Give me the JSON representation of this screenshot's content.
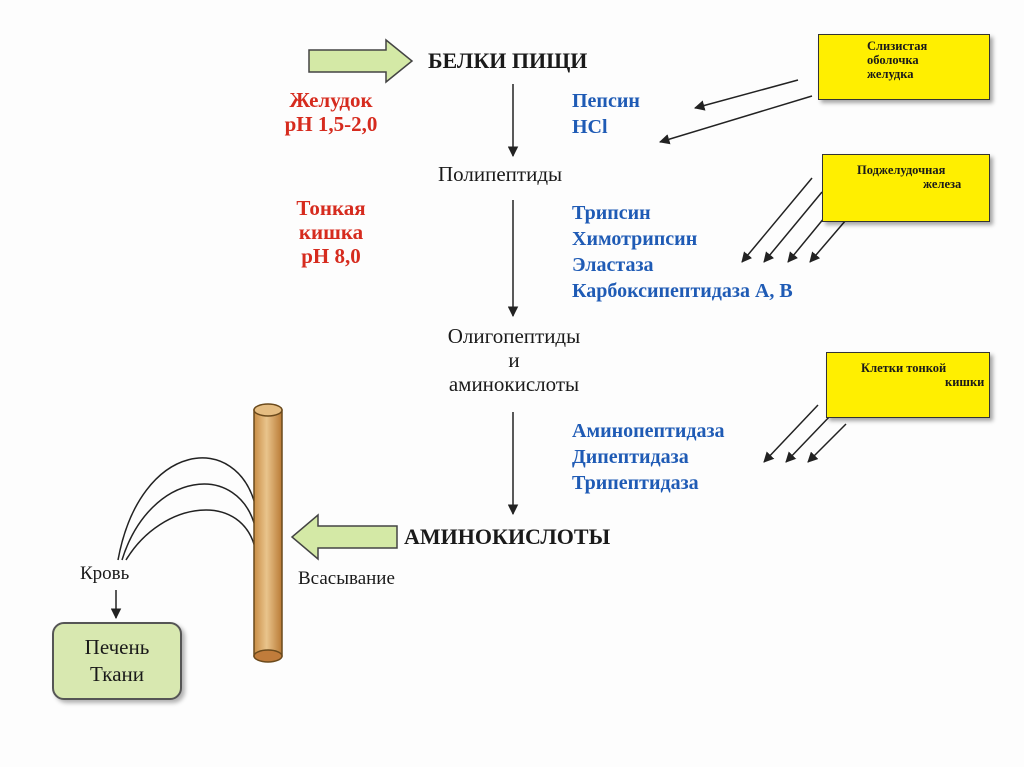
{
  "main_flow": {
    "food_proteins": "БЕЛКИ ПИЩИ",
    "polypeptides": "Полипептиды",
    "oligo_line1": "Олигопептиды",
    "oligo_line2": "и",
    "oligo_line3": "аминокислоты",
    "amino_acids": "АМИНОКИСЛОТЫ"
  },
  "stomach": {
    "line1": "Желудок",
    "line2": "pH 1,5-2,0"
  },
  "small_intestine": {
    "line1": "Тонкая",
    "line2": "кишка",
    "line3": "pH 8,0"
  },
  "enzymes_stomach": [
    "Пепсин",
    "HCl"
  ],
  "enzymes_pancreas": [
    "Трипсин",
    "Химотрипсин",
    "Эластаза",
    "Карбоксипептидаза А, В"
  ],
  "enzymes_intestine": [
    "Аминопептидаза",
    "Дипептидаза",
    "Трипептидаза"
  ],
  "sources": {
    "gastric_mucosa": [
      "Слизистая",
      "оболочка",
      "желудка"
    ],
    "pancreas": [
      "Поджелудочная",
      "железа"
    ],
    "intestine_cells": [
      "Клетки тонкой",
      "кишки"
    ]
  },
  "absorption": "Всасывание",
  "blood": "Кровь",
  "liver_tissues": [
    "Печень",
    "Ткани"
  ],
  "colors": {
    "red": "#d62b1e",
    "blue": "#1f5bb5",
    "yellow_box": "#ffef00",
    "green_arrow": "#d4e9a6",
    "liver_box": "#d8e8b0",
    "vessel": "#d9a864"
  }
}
